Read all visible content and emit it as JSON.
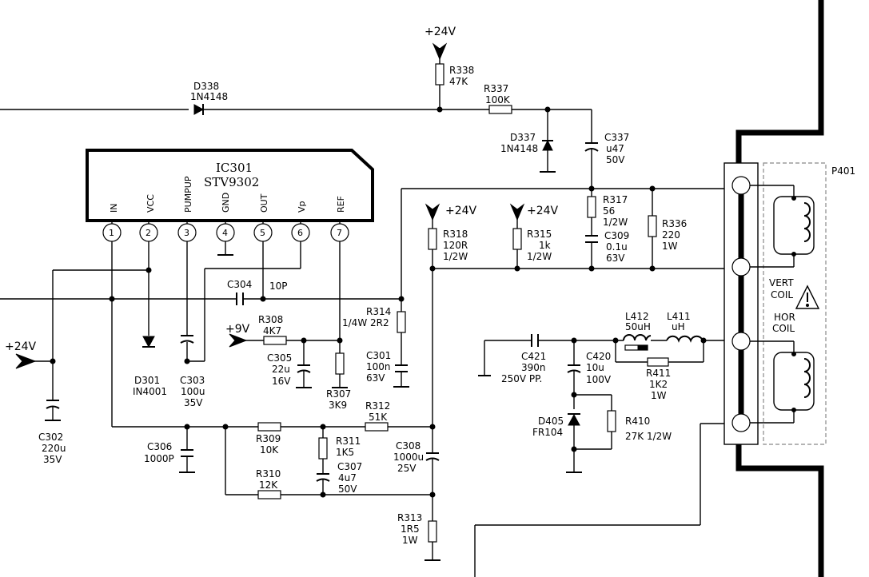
{
  "ic": {
    "name": "IC301",
    "part": "STV9302",
    "pins": [
      {
        "num": "1",
        "label": "IN"
      },
      {
        "num": "2",
        "label": "VCC"
      },
      {
        "num": "3",
        "label": "PUMPUP"
      },
      {
        "num": "4",
        "label": "GND"
      },
      {
        "num": "5",
        "label": "OUT"
      },
      {
        "num": "6",
        "label": "Vp"
      },
      {
        "num": "7",
        "label": "REF"
      }
    ]
  },
  "power": {
    "v24": "+24V",
    "v9": "+9V"
  },
  "parts": {
    "d338": {
      "ref": "D338",
      "val": "1N4148"
    },
    "r338": {
      "ref": "R338",
      "val": "47K"
    },
    "r337": {
      "ref": "R337",
      "val": "100K"
    },
    "d337": {
      "ref": "D337",
      "val": "1N4148"
    },
    "c337": {
      "ref": "C337",
      "val": "u47",
      "rating": "50V"
    },
    "r317": {
      "ref": "R317",
      "val": "56",
      "rating": "1/2W"
    },
    "c309": {
      "ref": "C309",
      "val": "0.1u",
      "rating": "63V"
    },
    "r336": {
      "ref": "R336",
      "val": "220",
      "rating": "1W"
    },
    "r318": {
      "ref": "R318",
      "val": "120R",
      "rating": "1/2W"
    },
    "r315": {
      "ref": "R315",
      "val": "1k",
      "rating": "1/2W"
    },
    "c304": {
      "ref": "C304",
      "val": "10P"
    },
    "r314": {
      "ref": "R314",
      "val": "1/4W 2R2"
    },
    "r308": {
      "ref": "R308",
      "val": "4K7"
    },
    "c305": {
      "ref": "C305",
      "val": "22u",
      "rating": "16V"
    },
    "c301": {
      "ref": "C301",
      "val": "100n",
      "rating": "63V"
    },
    "r307": {
      "ref": "R307",
      "val": "3K9"
    },
    "d301": {
      "ref": "D301",
      "val": "IN4001"
    },
    "c303": {
      "ref": "C303",
      "val": "100u",
      "rating": "35V"
    },
    "c302": {
      "ref": "C302",
      "val": "220u",
      "rating": "35V"
    },
    "c306": {
      "ref": "C306",
      "val": "1000P"
    },
    "r309": {
      "ref": "R309",
      "val": "10K"
    },
    "r310": {
      "ref": "R310",
      "val": "12K"
    },
    "r311": {
      "ref": "R311",
      "val": "1K5"
    },
    "c307": {
      "ref": "C307",
      "val": "4u7",
      "rating": "50V"
    },
    "r312": {
      "ref": "R312",
      "val": "51K"
    },
    "c308": {
      "ref": "C308",
      "val": "1000u",
      "rating": "25V"
    },
    "r313": {
      "ref": "R313",
      "val": "1R5",
      "rating": "1W"
    },
    "c421": {
      "ref": "C421",
      "val": "390n",
      "rating": "250V PP."
    },
    "c420": {
      "ref": "C420",
      "val": "10u",
      "rating": "100V"
    },
    "l412": {
      "ref": "L412",
      "val": "50uH"
    },
    "l411": {
      "ref": "L411",
      "val": "uH"
    },
    "r411": {
      "ref": "R411",
      "val": "1K2",
      "rating": "1W"
    },
    "d405": {
      "ref": "D405",
      "val": "FR104"
    },
    "r410": {
      "ref": "R410",
      "val": "27K 1/2W"
    }
  },
  "connector": {
    "ref": "P401"
  },
  "coils": {
    "vert_1": "VERT",
    "vert_2": "COIL",
    "hor_1": "HOR",
    "hor_2": "COIL"
  }
}
